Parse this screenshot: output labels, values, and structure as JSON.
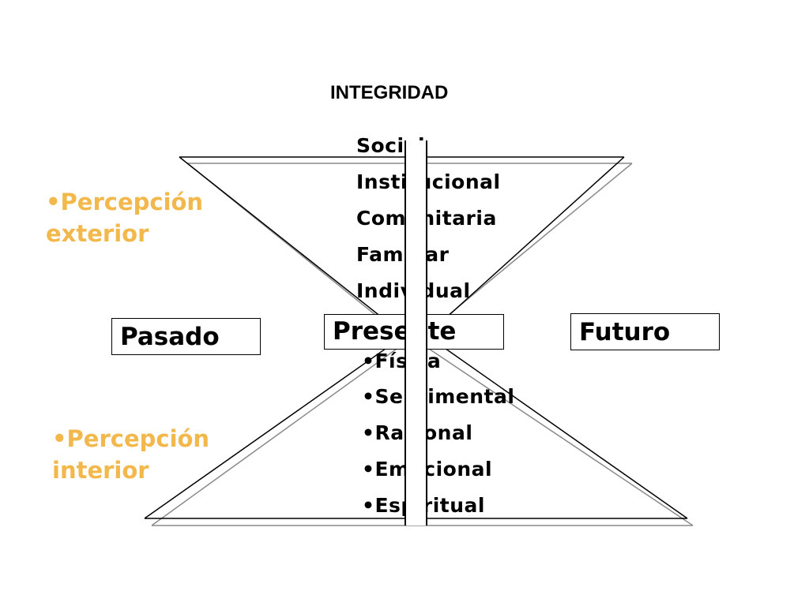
{
  "title": "INTEGRIDAD",
  "top_items": [
    "Social",
    "Institucional",
    "Comunitaria",
    "Familiar",
    "Individual"
  ],
  "bottom_items": [
    "•Física",
    "•Sentimental",
    "•Racional",
    "•Emocional",
    "•Espiritual"
  ],
  "left_labels": {
    "top_line1": "•Percepción",
    "top_line2": "exterior",
    "bottom_line1": "•Percepción",
    "bottom_line2": "interior"
  },
  "timeline": {
    "past": "Pasado",
    "present": "Presente",
    "future": "Futuro"
  },
  "colors": {
    "perception_label": "#f2b84b",
    "lines": "#000000",
    "shadow_lines": "#888888"
  }
}
